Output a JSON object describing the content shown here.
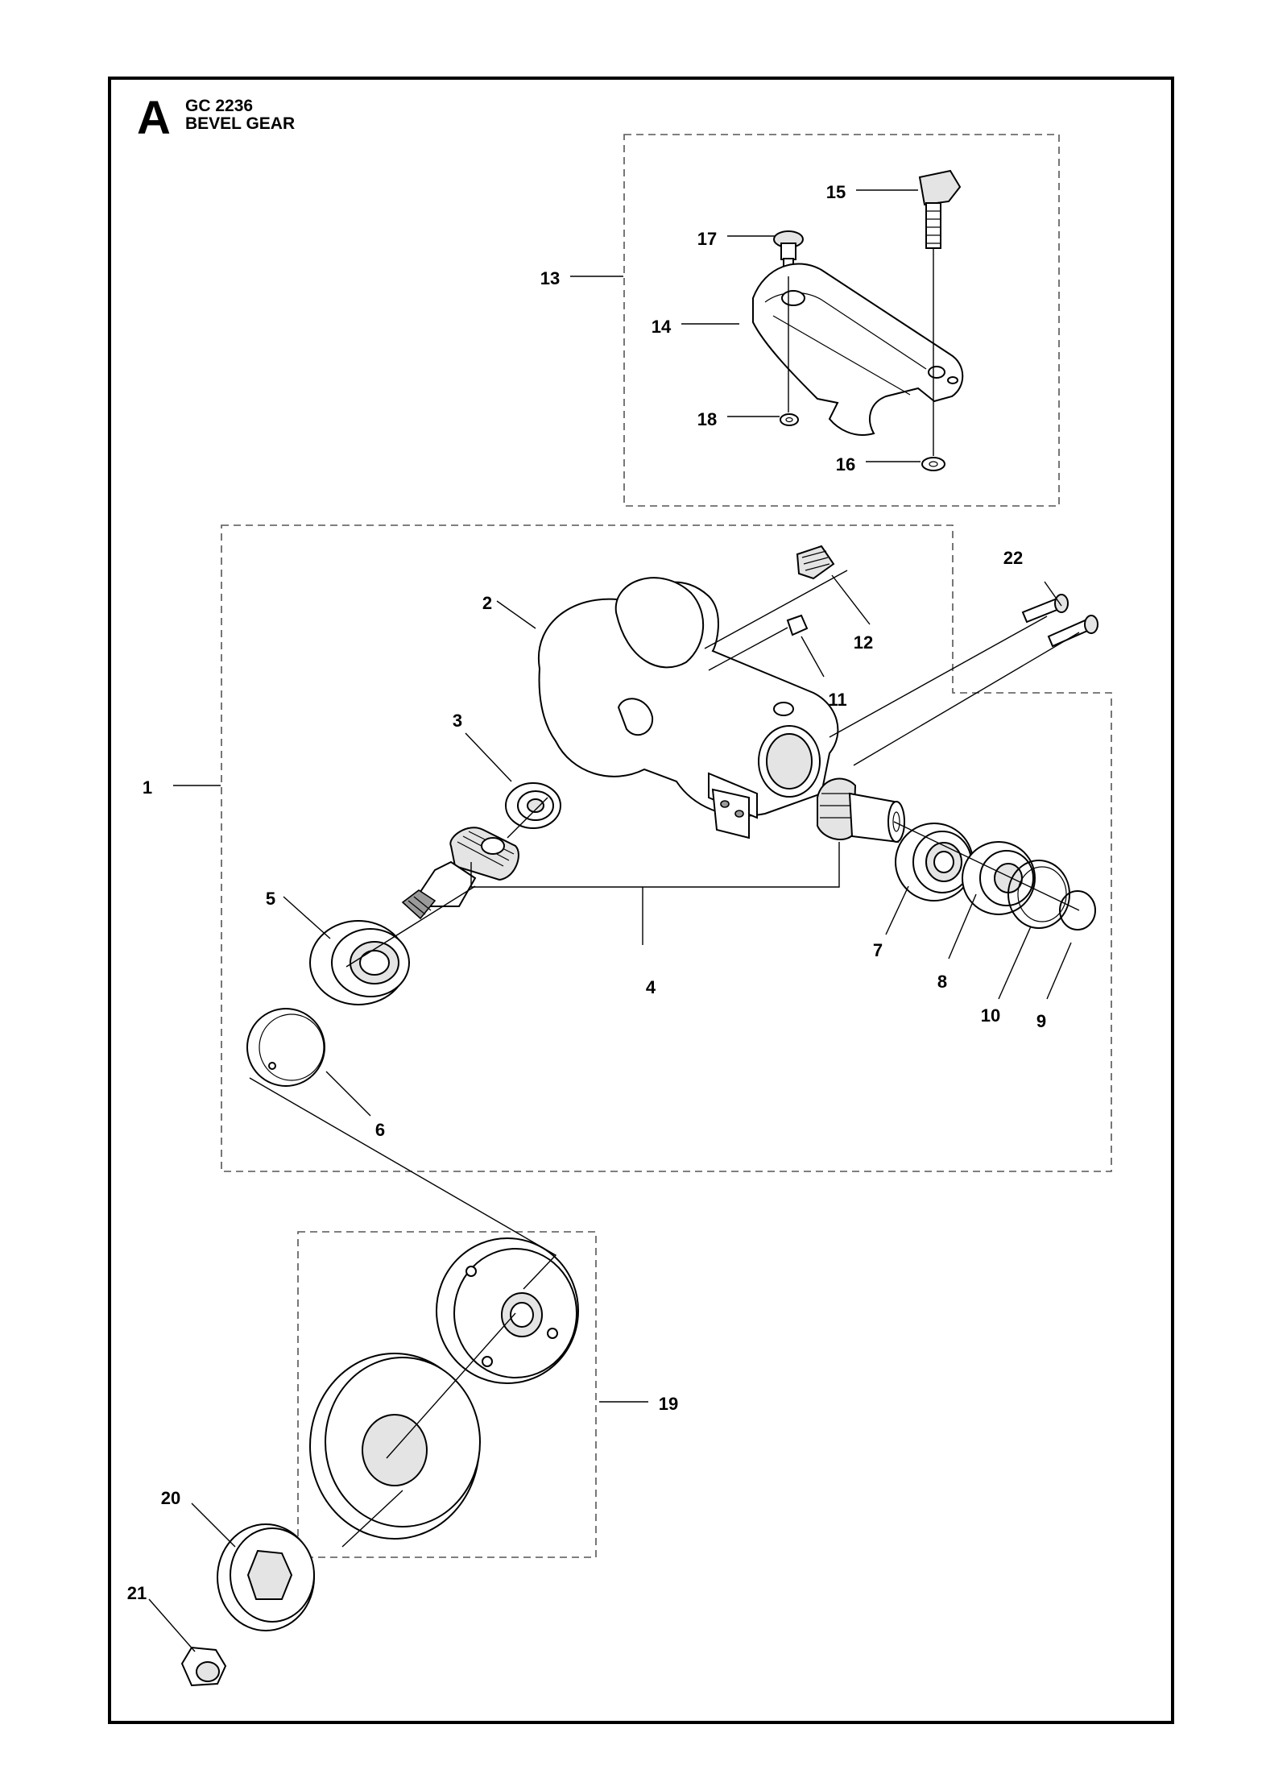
{
  "header": {
    "section_letter": "A",
    "model": "GC 2236",
    "assembly": "BEVEL GEAR"
  },
  "callouts": [
    "1",
    "2",
    "3",
    "4",
    "5",
    "6",
    "7",
    "8",
    "9",
    "10",
    "11",
    "12",
    "13",
    "14",
    "15",
    "16",
    "17",
    "18",
    "19",
    "20",
    "21",
    "22"
  ],
  "groups": [
    "13",
    "1",
    "19"
  ]
}
